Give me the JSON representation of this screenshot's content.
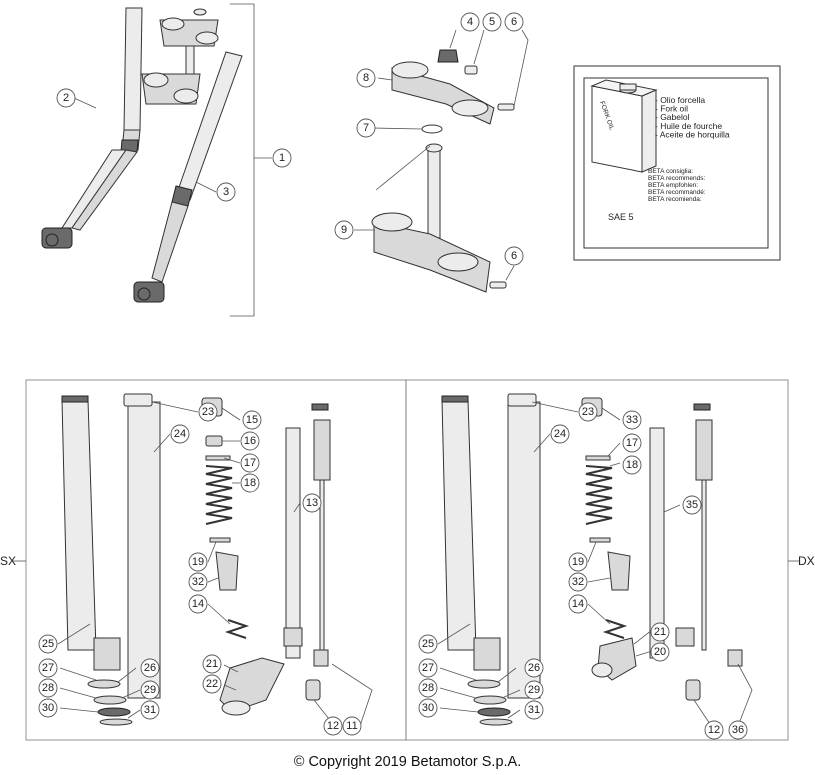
{
  "colors": {
    "background": "#ffffff",
    "line": "#333333",
    "part_fill": "#d9d9d9",
    "dark_part": "#6a6a6a"
  },
  "callouts_top": [
    "1",
    "2",
    "3",
    "4",
    "5",
    "6",
    "7",
    "8",
    "9",
    "6"
  ],
  "oil_box": {
    "can_label": "FORK OIL",
    "lines": [
      "- Olio forcella",
      "- Fork oil",
      "- Gabelol",
      "- Huile de fourche",
      "- Aceite de horquilla"
    ],
    "recommend": [
      "BETA consiglia:",
      "BETA recommends:",
      "BETA empfohlen:",
      "BETA recommandé:",
      "BETA recomienda:"
    ],
    "grade": "SAE 5"
  },
  "panel_left": {
    "side_label": "SX",
    "callouts": [
      "23",
      "24",
      "15",
      "16",
      "17",
      "18",
      "13",
      "19",
      "32",
      "14",
      "25",
      "27",
      "26",
      "28",
      "29",
      "30",
      "31",
      "21",
      "22",
      "12",
      "11"
    ]
  },
  "panel_right": {
    "side_label": "DX",
    "callouts": [
      "23",
      "24",
      "33",
      "17",
      "18",
      "35",
      "19",
      "32",
      "14",
      "21",
      "20",
      "25",
      "27",
      "26",
      "28",
      "29",
      "30",
      "31",
      "12",
      "36"
    ]
  },
  "copyright": "© Copyright 2019 Betamotor S.p.A."
}
